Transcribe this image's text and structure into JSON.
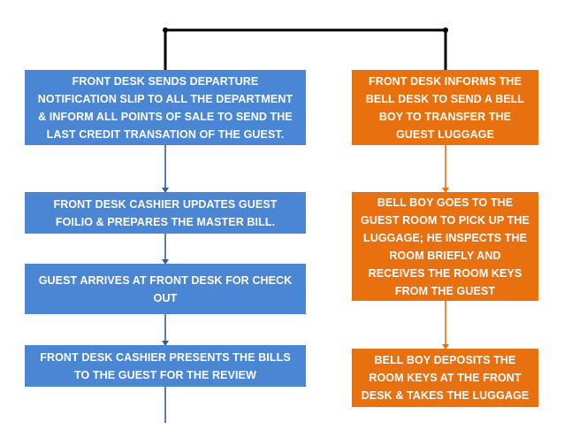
{
  "colors": {
    "left_box": "#4a86d4",
    "right_box": "#e8700f",
    "connector_top": "#000000",
    "left_connector": "#2f5f96",
    "right_connector": "#e8700f"
  },
  "left_column": [
    "FRONT DESK SENDS DEPARTURE NOTIFICATION SLIP TO ALL THE DEPARTMENT & INFORM ALL POINTS OF SALE TO SEND THE LAST CREDIT TRANSATION OF THE GUEST.",
    "FRONT DESK CASHIER UPDATES GUEST FOILIO & PREPARES THE MASTER BILL.",
    "GUEST ARRIVES AT FRONT DESK FOR CHECK OUT",
    "FRONT DESK CASHIER PRESENTS THE BILLS TO THE GUEST FOR THE REVIEW"
  ],
  "right_column": [
    "FRONT DESK INFORMS THE BELL DESK TO SEND A BELL BOY TO TRANSFER THE GUEST LUGGAGE",
    "BELL BOY GOES TO THE GUEST ROOM TO PICK UP THE LUGGAGE; HE INSPECTS THE ROOM BRIEFLY AND RECEIVES THE ROOM KEYS FROM THE GUEST",
    "BELL BOY DEPOSITS THE ROOM KEYS AT THE FRONT DESK & TAKES THE LUGGAGE"
  ]
}
